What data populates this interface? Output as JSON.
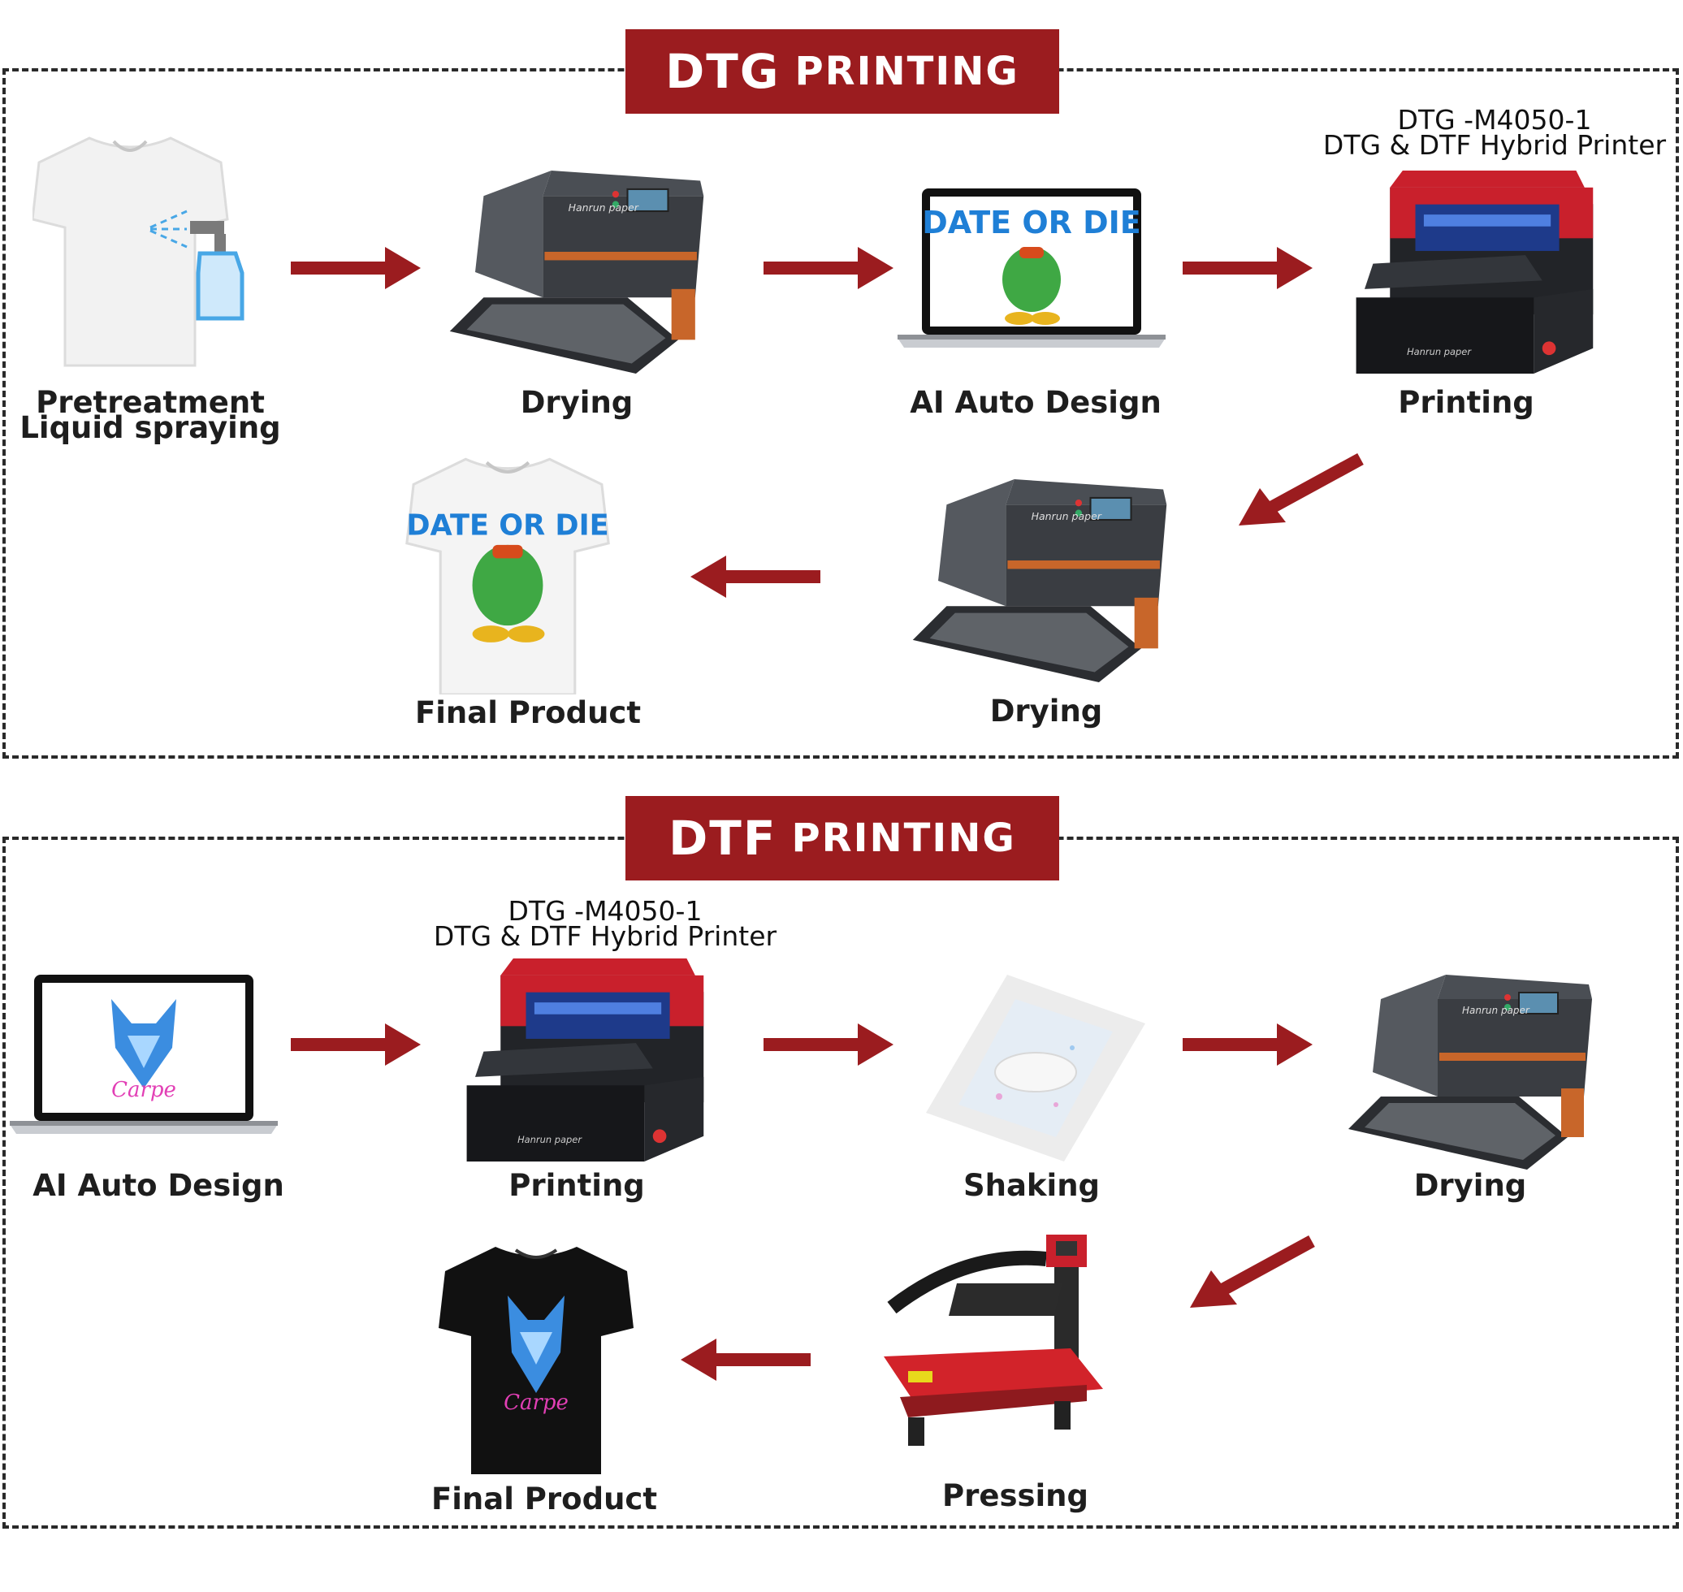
{
  "accent_color": "#9b1c1f",
  "dtg": {
    "title_bold": "DTG",
    "title_rest": "PRINTING",
    "model_line1": "DTG -M4050-1",
    "model_line2": "DTG & DTF Hybrid Printer",
    "steps": {
      "pretreatment_line1": "Pretreatment",
      "pretreatment_line2": "Liquid spraying",
      "drying1": "Drying",
      "design": "AI Auto Design",
      "printing": "Printing",
      "drying2": "Drying",
      "final": "Final Product"
    }
  },
  "dtf": {
    "title_bold": "DTF",
    "title_rest": "PRINTING",
    "model_line1": "DTG -M4050-1",
    "model_line2": "DTG & DTF Hybrid Printer",
    "steps": {
      "design": "AI Auto Design",
      "printing": "Printing",
      "shaking": "Shaking",
      "drying": "Drying",
      "pressing": "Pressing",
      "final": "Final Product"
    }
  }
}
